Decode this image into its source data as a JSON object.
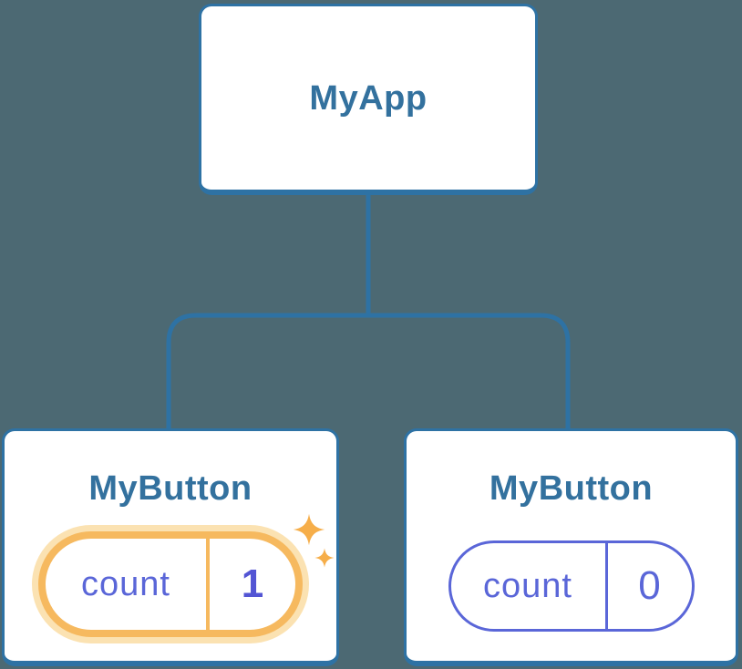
{
  "diagram": {
    "description": "React component tree diagram: MyApp parent with two MyButton children holding independent count state",
    "root": {
      "label": "MyApp"
    },
    "children": [
      {
        "label": "MyButton",
        "state": {
          "key": "count",
          "value": "1"
        },
        "highlighted": true
      },
      {
        "label": "MyButton",
        "state": {
          "key": "count",
          "value": "0"
        },
        "highlighted": false
      }
    ]
  },
  "icons": {
    "sparkle": "four-point-star"
  },
  "colors": {
    "background": "#4c6973",
    "line_blue": "#2e72a4",
    "label_blue": "#33719e",
    "card_bg": "#ffffff",
    "purple": "#5a66d8",
    "value_purple": "#5355d4",
    "orange": "#f6b95f",
    "orange_glow": "#fbe2b2",
    "sparkle": "#f6ae4a"
  }
}
